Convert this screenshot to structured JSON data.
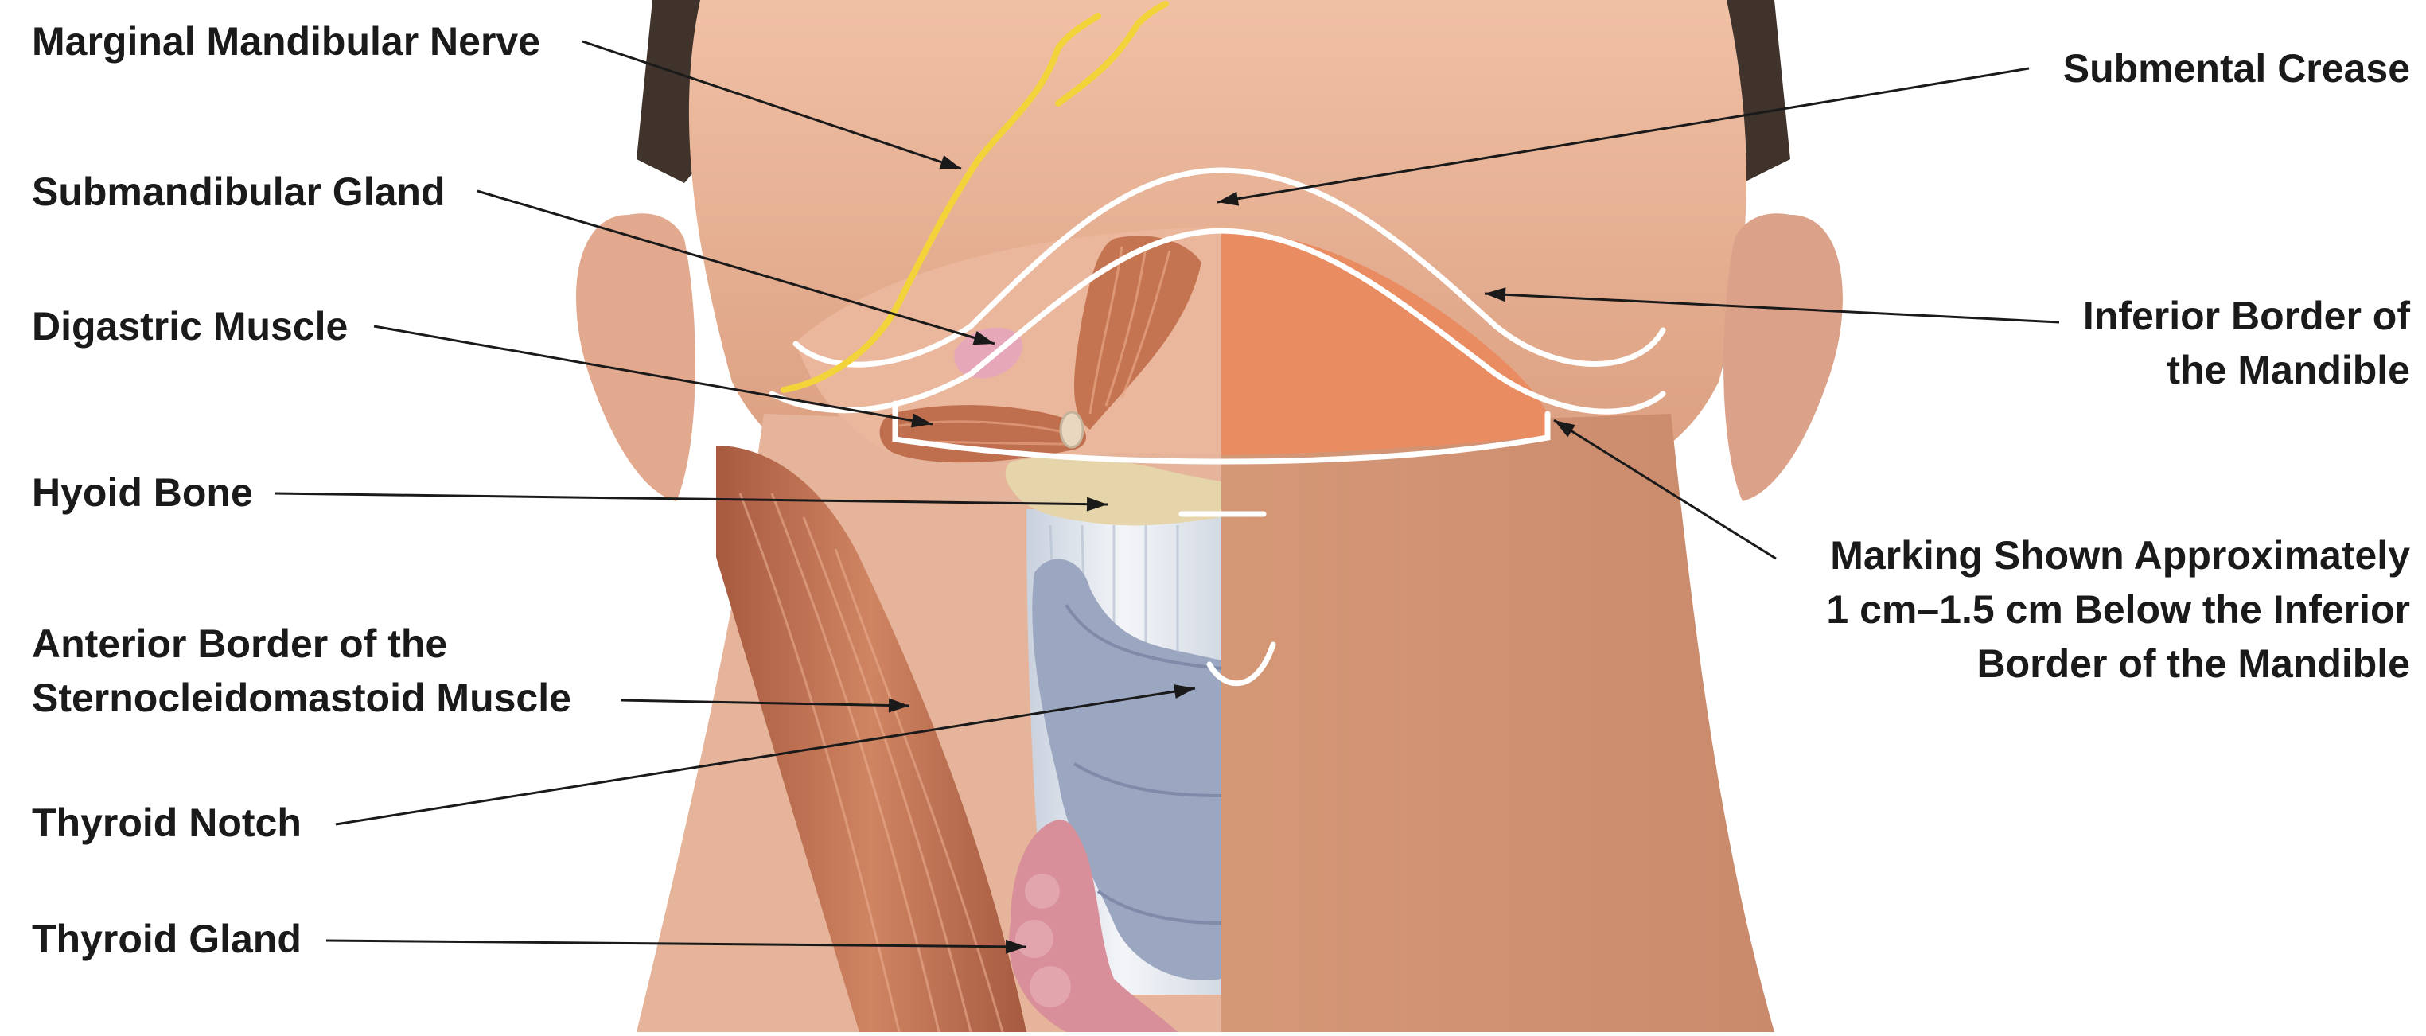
{
  "labels": {
    "marginal_mandibular_nerve": "Marginal Mandibular Nerve",
    "submandibular_gland": "Submandibular Gland",
    "digastric_muscle": "Digastric Muscle",
    "hyoid_bone": "Hyoid Bone",
    "anterior_border_scm": [
      "Anterior Border of the",
      "Sternocleidomastoid Muscle"
    ],
    "thyroid_notch": "Thyroid Notch",
    "thyroid_gland": "Thyroid Gland",
    "submental_crease": "Submental Crease",
    "inferior_border_mandible": [
      "Inferior Border of",
      "the Mandible"
    ],
    "marking_note": [
      "Marking Shown Approximately",
      "1 cm–1.5 cm Below the Inferior",
      "Border of the Mandible"
    ]
  },
  "colors": {
    "skin_light": "#f2c3a8",
    "skin_mid": "#dfa07f",
    "skin_dark": "#c88466",
    "hair": "#4a3c33",
    "muscle": "#b8684a",
    "muscle_light": "#d58f6d",
    "nerve": "#f2d43a",
    "gland": "#e6a9b8",
    "hyoid": "#e3d2a8",
    "trachea": "#e8ecf2",
    "thyroid_cartilage": "#9aa6c0",
    "thyroid_gland": "#d88c95",
    "marking_panel": "#ea8c63",
    "marking_line": "#ffffff",
    "leader_line": "#1a1a1a",
    "label_text": "#1a1a1a"
  }
}
